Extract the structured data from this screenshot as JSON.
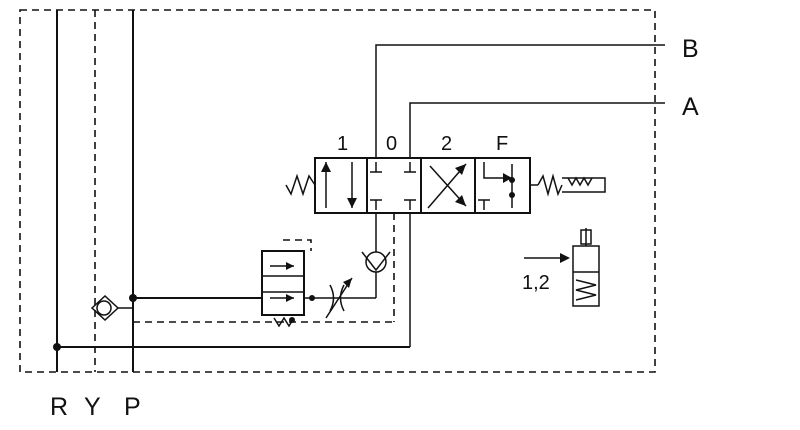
{
  "ports": {
    "r": "R",
    "y": "Y",
    "p": "P",
    "b": "B",
    "a": "A"
  },
  "positions": {
    "p1": "1",
    "p0": "0",
    "p2": "2",
    "pf": "F"
  },
  "actuation_label": "1,2"
}
